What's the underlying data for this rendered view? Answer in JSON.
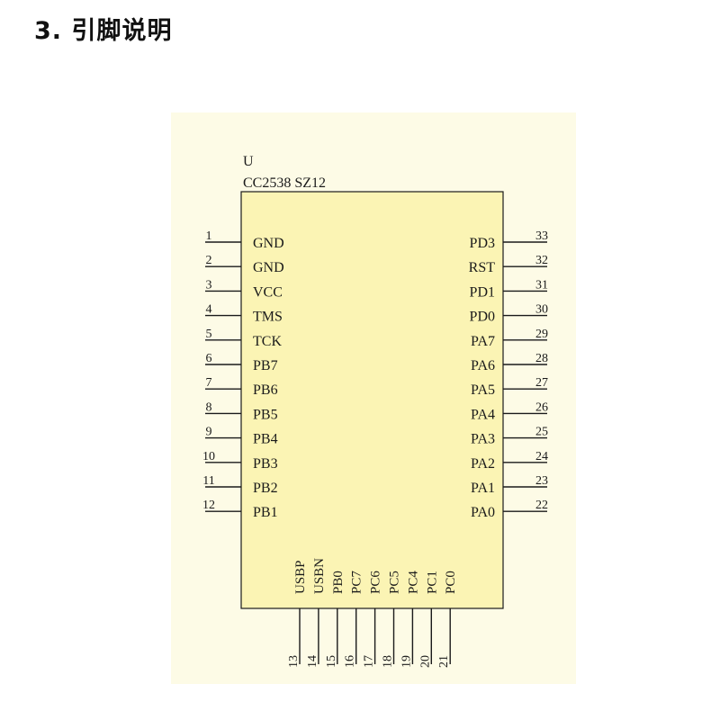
{
  "title": "3. 引脚说明",
  "chip": {
    "ref": "U",
    "part": "CC2538 SZ12"
  },
  "colors": {
    "panel_background": "#fdfbe6",
    "chip_fill": "#fbf4b4",
    "line": "#1a1a1a"
  },
  "left_pins": [
    {
      "num": "1",
      "name": "GND"
    },
    {
      "num": "2",
      "name": "GND"
    },
    {
      "num": "3",
      "name": "VCC"
    },
    {
      "num": "4",
      "name": "TMS"
    },
    {
      "num": "5",
      "name": "TCK"
    },
    {
      "num": "6",
      "name": "PB7"
    },
    {
      "num": "7",
      "name": "PB6"
    },
    {
      "num": "8",
      "name": "PB5"
    },
    {
      "num": "9",
      "name": "PB4"
    },
    {
      "num": "10",
      "name": "PB3"
    },
    {
      "num": "11",
      "name": "PB2"
    },
    {
      "num": "12",
      "name": "PB1"
    }
  ],
  "right_pins": [
    {
      "num": "33",
      "name": "PD3"
    },
    {
      "num": "32",
      "name": "RST"
    },
    {
      "num": "31",
      "name": "PD1"
    },
    {
      "num": "30",
      "name": "PD0"
    },
    {
      "num": "29",
      "name": "PA7"
    },
    {
      "num": "28",
      "name": "PA6"
    },
    {
      "num": "27",
      "name": "PA5"
    },
    {
      "num": "26",
      "name": "PA4"
    },
    {
      "num": "25",
      "name": "PA3"
    },
    {
      "num": "24",
      "name": "PA2"
    },
    {
      "num": "23",
      "name": "PA1"
    },
    {
      "num": "22",
      "name": "PA0"
    }
  ],
  "bottom_pins": [
    {
      "num": "13",
      "name": "USBP"
    },
    {
      "num": "14",
      "name": "USBN"
    },
    {
      "num": "15",
      "name": "PB0"
    },
    {
      "num": "16",
      "name": "PC7"
    },
    {
      "num": "17",
      "name": "PC6"
    },
    {
      "num": "18",
      "name": "PC5"
    },
    {
      "num": "19",
      "name": "PC4"
    },
    {
      "num": "20",
      "name": "PC1"
    },
    {
      "num": "21",
      "name": "PC0"
    }
  ]
}
